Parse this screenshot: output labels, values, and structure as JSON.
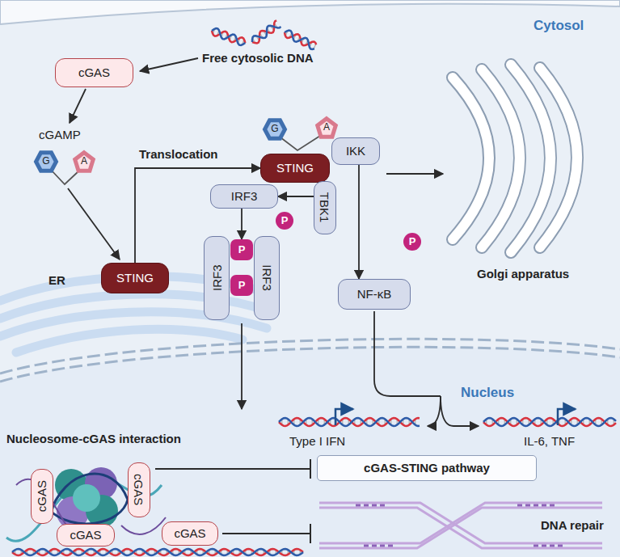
{
  "diagram": {
    "nodes": [
      {
        "text": [
          "cGAS"
        ]
      },
      {
        "text": [
          "G"
        ]
      },
      {
        "text": [
          "A"
        ]
      },
      {
        "text": [
          "G"
        ]
      },
      {
        "text": [
          "A"
        ]
      },
      {
        "text": [
          "STING"
        ]
      },
      {
        "text": [
          "IKK"
        ]
      },
      {
        "text": [
          "IRF3"
        ]
      },
      {
        "text": [
          "TBK1"
        ]
      },
      {
        "text": [
          "P"
        ]
      },
      {
        "text": [
          "P"
        ]
      },
      {
        "text": [
          "P"
        ]
      },
      {
        "text": [
          "IRF3"
        ]
      },
      {
        "text": [
          "IRF3"
        ]
      },
      {
        "text": [
          "P"
        ]
      },
      {
        "text": [
          "STING"
        ]
      },
      {
        "text": [
          "NF-κB"
        ]
      },
      {
        "text": [
          "cGAS"
        ]
      },
      {
        "text": [
          "cGAS"
        ]
      },
      {
        "text": [
          "cGAS"
        ]
      },
      {
        "text": [
          "cGAS-STING pathway"
        ]
      },
      {
        "text": [
          "cGAS"
        ]
      }
    ],
    "edges": [
      {
        "from": 15,
        "to": 5,
        "arrow": "to"
      },
      {
        "from": 8,
        "to": 7,
        "arrow": "to"
      },
      {
        "from": 7,
        "to": 11,
        "arrow": "to"
      },
      {
        "from": 6,
        "to": 16,
        "arrow": "to"
      }
    ],
    "labels": [
      "Free cytosolic DNA",
      "cGAMP",
      "Translocation",
      "Cytosol",
      "ER",
      "Golgi apparatus",
      "Nucleus",
      "Type I IFN",
      "IL-6, TNF",
      "Nucleosome-cGAS interaction",
      "DNA repair"
    ]
  }
}
